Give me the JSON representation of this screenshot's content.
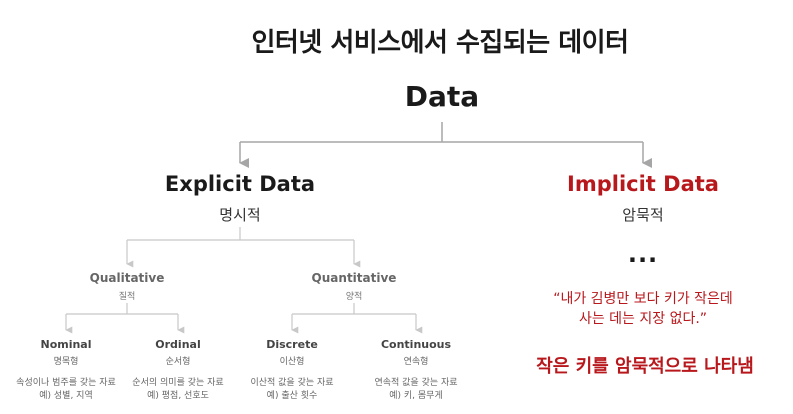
{
  "title": "인터넷 서비스에서 수집되는 데이터",
  "root": {
    "label": "Data"
  },
  "explicit": {
    "label": "Explicit Data",
    "sub": "명시적",
    "qualitative": {
      "label": "Qualitative",
      "sub": "질적",
      "nominal": {
        "label": "Nominal",
        "sub": "명목형",
        "desc_1": "속성이나 범주를 갖는 자료",
        "desc_2": "예) 성별, 지역"
      },
      "ordinal": {
        "label": "Ordinal",
        "sub": "순서형",
        "desc_1": "순서의 의미를 갖는 자료",
        "desc_2": "예) 평점, 선호도"
      }
    },
    "quantitative": {
      "label": "Quantitative",
      "sub": "양적",
      "discrete": {
        "label": "Discrete",
        "sub": "이산형",
        "desc_1": "이산적 값을 갖는 자료",
        "desc_2": "예) 출산 횟수"
      },
      "continuous": {
        "label": "Continuous",
        "sub": "연속형",
        "desc_1": "연속적 값을 갖는 자료",
        "desc_2": "예) 키, 몸무게"
      }
    }
  },
  "implicit": {
    "label": "Implicit Data",
    "sub": "암묵적",
    "ellipsis": "...",
    "quote_line_1": "“내가 김병만 보다 키가 작은데",
    "quote_line_2": "사는 데는 지장 없다.”",
    "summary": "작은 키를 암묵적으로 나타냄"
  },
  "colors": {
    "accent": "#b8181c",
    "connector": "#a6a6a6",
    "connector_light": "#c8c8c8"
  }
}
